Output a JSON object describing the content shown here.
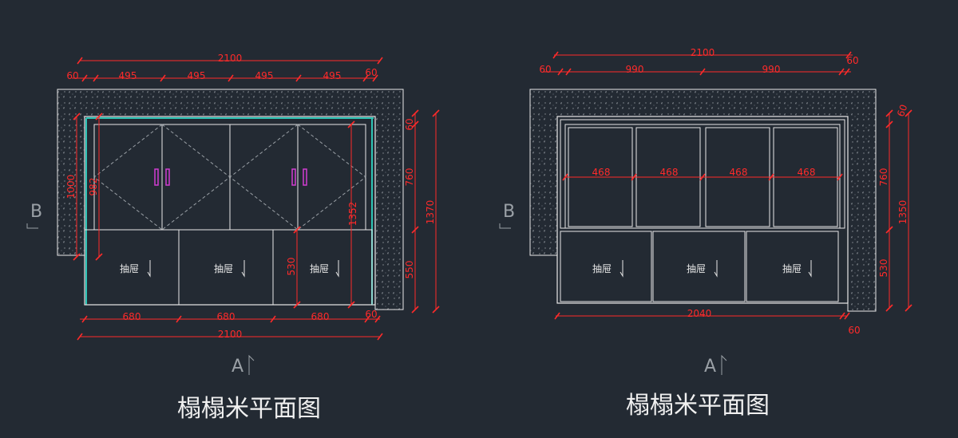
{
  "colors": {
    "background": "#232a33",
    "dimension": "#ff2a2a",
    "outline": "#e8e8e8",
    "wall_hatch": "#9aa0a6",
    "glass_edge": "#2ec4b6",
    "handle": "#d23cd2"
  },
  "left_plan": {
    "title": "榻榻米平面图",
    "section_b": "B",
    "section_a": "A",
    "dims": {
      "total_top": "2100",
      "end_left": "60",
      "seg_1": "495",
      "seg_2": "495",
      "seg_3": "495",
      "seg_4": "495",
      "end_right": "60",
      "height_left": "1000",
      "height_door": "982",
      "height_inner": "1352",
      "height_drawer": "530",
      "side_60": "60",
      "side_760": "760",
      "side_550": "550",
      "side_1370": "1370",
      "drawer_w1": "680",
      "drawer_w2": "680",
      "drawer_w3": "680",
      "bottom_60": "60",
      "total_bottom": "2100"
    },
    "drawer_label_1": "抽屉",
    "drawer_label_2": "抽屉",
    "drawer_label_3": "抽屉"
  },
  "right_plan": {
    "title": "榻榻米平面图",
    "section_b": "B",
    "section_a": "A",
    "dims": {
      "total_top": "2100",
      "end_left": "60",
      "seg_1": "990",
      "seg_2": "990",
      "end_right": "60",
      "cell_1": "468",
      "cell_2": "468",
      "cell_3": "468",
      "cell_4": "468",
      "side_60": "60",
      "side_760": "760",
      "side_530": "530",
      "side_1350": "1350",
      "total_bottom": "2040",
      "bottom_60": "60"
    },
    "drawer_label_1": "抽屉",
    "drawer_label_2": "抽屉",
    "drawer_label_3": "抽屉"
  }
}
